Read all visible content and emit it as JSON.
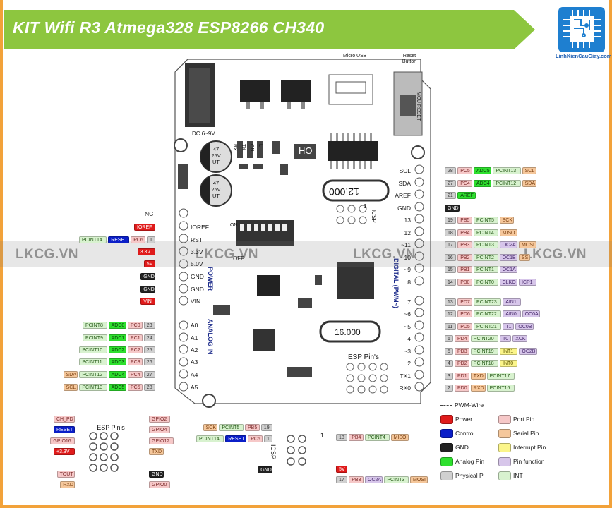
{
  "title": "KIT Wifi R3 Atmega328 ESP8266 CH340",
  "logo": {
    "name": "linhkiencaugiay-logo",
    "caption": "LinhKienCauGiay.com"
  },
  "watermark": {
    "text": "LKCG.VN",
    "band_text": "LKCG.VN"
  },
  "colors": {
    "banner": "#8dc63f",
    "border": "#f2a23a",
    "board": "#ffffff"
  },
  "board_labels": {
    "micro_usb": "Micro USB",
    "reset_button": "Reset Button",
    "mcu_reset": "MCU RESET",
    "dc": "DC 6~9V",
    "cap1": "47 25V UT",
    "cap2": "47 25V UT",
    "ho": "HO",
    "xtal1": "12.000",
    "xtal2": "16.000",
    "esp_pins": "ESP Pin's",
    "icsp": "ICSP",
    "on": "ON",
    "off": "OFF",
    "power": "POWER",
    "analog_in": "ANALOG IN",
    "digital": "DIGITAL (PWM~)",
    "rx": "RX",
    "tx": "TX",
    "on2": "ON",
    "l": "L",
    "one": "1"
  },
  "left_header": [
    {
      "pin": "NC",
      "tags": []
    },
    {
      "pin": "IOREF",
      "tags": [
        {
          "t": "IOREF",
          "c": "red"
        }
      ]
    },
    {
      "pin": "RST",
      "tags": [
        {
          "t": "PCINT14",
          "c": "lgreen"
        },
        {
          "t": "RESET",
          "c": "blue"
        },
        {
          "t": "PC6",
          "c": "pink"
        },
        {
          "t": "1",
          "c": "gray"
        }
      ]
    },
    {
      "pin": "3.3V",
      "tags": [
        {
          "t": "3.3V",
          "c": "red"
        }
      ]
    },
    {
      "pin": "5.0V",
      "tags": [
        {
          "t": "5V",
          "c": "red"
        }
      ]
    },
    {
      "pin": "GND",
      "tags": [
        {
          "t": "GND",
          "c": "black"
        }
      ]
    },
    {
      "pin": "GND",
      "tags": [
        {
          "t": "GND",
          "c": "black"
        }
      ]
    },
    {
      "pin": "VIN",
      "tags": [
        {
          "t": "VIN",
          "c": "red"
        }
      ]
    }
  ],
  "analog_header": [
    {
      "pin": "A0",
      "tags": [
        {
          "t": "PCINT8",
          "c": "lgreen"
        },
        {
          "t": "ADC0",
          "c": "green"
        },
        {
          "t": "PC0",
          "c": "pink"
        },
        {
          "t": "23",
          "c": "gray"
        }
      ]
    },
    {
      "pin": "A1",
      "tags": [
        {
          "t": "PCINT9",
          "c": "lgreen"
        },
        {
          "t": "ADC1",
          "c": "green"
        },
        {
          "t": "PC1",
          "c": "pink"
        },
        {
          "t": "24",
          "c": "gray"
        }
      ]
    },
    {
      "pin": "A2",
      "tags": [
        {
          "t": "PCINT10",
          "c": "lgreen"
        },
        {
          "t": "ADC2",
          "c": "green"
        },
        {
          "t": "PC2",
          "c": "pink"
        },
        {
          "t": "25",
          "c": "gray"
        }
      ]
    },
    {
      "pin": "A3",
      "tags": [
        {
          "t": "PCINT11",
          "c": "lgreen"
        },
        {
          "t": "ADC3",
          "c": "green"
        },
        {
          "t": "PC3",
          "c": "pink"
        },
        {
          "t": "26",
          "c": "gray"
        }
      ]
    },
    {
      "pin": "A4",
      "tags": [
        {
          "t": "SDA",
          "c": "orange"
        },
        {
          "t": "PCINT12",
          "c": "lgreen"
        },
        {
          "t": "ADC4",
          "c": "green"
        },
        {
          "t": "PC4",
          "c": "pink"
        },
        {
          "t": "27",
          "c": "gray"
        }
      ]
    },
    {
      "pin": "A5",
      "tags": [
        {
          "t": "SCL",
          "c": "orange"
        },
        {
          "t": "PCINT13",
          "c": "lgreen"
        },
        {
          "t": "ADC5",
          "c": "green"
        },
        {
          "t": "PC5",
          "c": "pink"
        },
        {
          "t": "28",
          "c": "gray"
        }
      ]
    }
  ],
  "right_header": [
    {
      "pin": "SCL",
      "tags": [
        {
          "t": "28",
          "c": "gray"
        },
        {
          "t": "PC5",
          "c": "pink"
        },
        {
          "t": "ADC5",
          "c": "green"
        },
        {
          "t": "PCINT13",
          "c": "lgreen"
        },
        {
          "t": "SCL",
          "c": "orange"
        }
      ]
    },
    {
      "pin": "SDA",
      "tags": [
        {
          "t": "27",
          "c": "gray"
        },
        {
          "t": "PC4",
          "c": "pink"
        },
        {
          "t": "ADC4",
          "c": "green"
        },
        {
          "t": "PCINT12",
          "c": "lgreen"
        },
        {
          "t": "SDA",
          "c": "orange"
        }
      ]
    },
    {
      "pin": "AREF",
      "tags": [
        {
          "t": "21",
          "c": "gray"
        },
        {
          "t": "AREF",
          "c": "green"
        }
      ]
    },
    {
      "pin": "GND",
      "tags": [
        {
          "t": "GND",
          "c": "black"
        }
      ]
    },
    {
      "pin": "13",
      "tags": [
        {
          "t": "19",
          "c": "gray"
        },
        {
          "t": "PB5",
          "c": "pink"
        },
        {
          "t": "PCINT5",
          "c": "lgreen"
        },
        {
          "t": "SCK",
          "c": "orange"
        }
      ]
    },
    {
      "pin": "12",
      "tags": [
        {
          "t": "18",
          "c": "gray"
        },
        {
          "t": "PB4",
          "c": "pink"
        },
        {
          "t": "PCINT4",
          "c": "lgreen"
        },
        {
          "t": "MISO",
          "c": "orange"
        }
      ]
    },
    {
      "pin": "~11",
      "tags": [
        {
          "t": "17",
          "c": "gray"
        },
        {
          "t": "PB3",
          "c": "pink"
        },
        {
          "t": "PCINT3",
          "c": "lgreen"
        },
        {
          "t": "OC2A",
          "c": "purple"
        },
        {
          "t": "MOSI",
          "c": "orange"
        }
      ]
    },
    {
      "pin": "~10",
      "tags": [
        {
          "t": "16",
          "c": "gray"
        },
        {
          "t": "PB2",
          "c": "pink"
        },
        {
          "t": "PCINT2",
          "c": "lgreen"
        },
        {
          "t": "OC1B",
          "c": "purple"
        },
        {
          "t": "SS",
          "c": "orange"
        }
      ]
    },
    {
      "pin": "~9",
      "tags": [
        {
          "t": "15",
          "c": "gray"
        },
        {
          "t": "PB1",
          "c": "pink"
        },
        {
          "t": "PCINT1",
          "c": "lgreen"
        },
        {
          "t": "OC1A",
          "c": "purple"
        }
      ]
    },
    {
      "pin": "8",
      "tags": [
        {
          "t": "14",
          "c": "gray"
        },
        {
          "t": "PB0",
          "c": "pink"
        },
        {
          "t": "PCINT0",
          "c": "lgreen"
        },
        {
          "t": "CLKO",
          "c": "purple"
        },
        {
          "t": "ICP1",
          "c": "purple"
        }
      ]
    },
    {
      "pin": "7",
      "tags": [
        {
          "t": "13",
          "c": "gray"
        },
        {
          "t": "PD7",
          "c": "pink"
        },
        {
          "t": "PCINT23",
          "c": "lgreen"
        },
        {
          "t": "AIN1",
          "c": "purple"
        }
      ]
    },
    {
      "pin": "~6",
      "tags": [
        {
          "t": "12",
          "c": "gray"
        },
        {
          "t": "PD6",
          "c": "pink"
        },
        {
          "t": "PCINT22",
          "c": "lgreen"
        },
        {
          "t": "AIN0",
          "c": "purple"
        },
        {
          "t": "OC0A",
          "c": "purple"
        }
      ]
    },
    {
      "pin": "~5",
      "tags": [
        {
          "t": "11",
          "c": "gray"
        },
        {
          "t": "PD5",
          "c": "pink"
        },
        {
          "t": "PCINT21",
          "c": "lgreen"
        },
        {
          "t": "T1",
          "c": "purple"
        },
        {
          "t": "OC0B",
          "c": "purple"
        }
      ]
    },
    {
      "pin": "4",
      "tags": [
        {
          "t": "6",
          "c": "gray"
        },
        {
          "t": "PD4",
          "c": "pink"
        },
        {
          "t": "PCINT20",
          "c": "lgreen"
        },
        {
          "t": "T0",
          "c": "purple"
        },
        {
          "t": "XCK",
          "c": "purple"
        }
      ]
    },
    {
      "pin": "~3",
      "tags": [
        {
          "t": "5",
          "c": "gray"
        },
        {
          "t": "PD3",
          "c": "pink"
        },
        {
          "t": "PCINT19",
          "c": "lgreen"
        },
        {
          "t": "INT1",
          "c": "yellow"
        },
        {
          "t": "OC2B",
          "c": "purple"
        }
      ]
    },
    {
      "pin": "2",
      "tags": [
        {
          "t": "4",
          "c": "gray"
        },
        {
          "t": "PD2",
          "c": "pink"
        },
        {
          "t": "PCINT18",
          "c": "lgreen"
        },
        {
          "t": "INT0",
          "c": "yellow"
        }
      ]
    },
    {
      "pin": "TX1",
      "tags": [
        {
          "t": "3",
          "c": "gray"
        },
        {
          "t": "PD1",
          "c": "pink"
        },
        {
          "t": "TXD",
          "c": "orange"
        },
        {
          "t": "PCINT17",
          "c": "lgreen"
        }
      ]
    },
    {
      "pin": "RX0",
      "tags": [
        {
          "t": "2",
          "c": "gray"
        },
        {
          "t": "PD0",
          "c": "pink"
        },
        {
          "t": "RXD",
          "c": "orange"
        },
        {
          "t": "PCINT16",
          "c": "lgreen"
        }
      ]
    }
  ],
  "esp_block": {
    "title": "ESP Pin's",
    "left": [
      {
        "t": "CH_PD",
        "c": "pink"
      },
      {
        "t": "RESET",
        "c": "blue"
      },
      {
        "t": "GPIO16",
        "c": "pink"
      },
      {
        "t": "+3.3V",
        "c": "red"
      },
      {
        "t": "TOUT",
        "c": "pink"
      },
      {
        "t": "RXD",
        "c": "orange"
      }
    ],
    "right": [
      {
        "t": "GPIO2",
        "c": "pink"
      },
      {
        "t": "GPIO4",
        "c": "pink"
      },
      {
        "t": "GPIO12",
        "c": "pink"
      },
      {
        "t": "TXD",
        "c": "orange"
      },
      {
        "t": "GND",
        "c": "black"
      },
      {
        "t": "GPIO0",
        "c": "pink"
      }
    ]
  },
  "icsp_block": {
    "title": "ICSP",
    "one": "1",
    "left": [
      {
        "tags": [
          {
            "t": "SCK",
            "c": "orange"
          },
          {
            "t": "PCINT5",
            "c": "lgreen"
          },
          {
            "t": "PB5",
            "c": "pink"
          },
          {
            "t": "19",
            "c": "gray"
          }
        ]
      },
      {
        "tags": [
          {
            "t": "PCINT14",
            "c": "lgreen"
          },
          {
            "t": "RESET",
            "c": "blue"
          },
          {
            "t": "PC6",
            "c": "pink"
          },
          {
            "t": "1",
            "c": "gray"
          }
        ]
      },
      {
        "tags": [
          {
            "t": "GND",
            "c": "black"
          }
        ]
      }
    ],
    "right": [
      {
        "tags": [
          {
            "t": "18",
            "c": "gray"
          },
          {
            "t": "PB4",
            "c": "pink"
          },
          {
            "t": "PCINT4",
            "c": "lgreen"
          },
          {
            "t": "MISO",
            "c": "orange"
          }
        ]
      },
      {
        "tags": [
          {
            "t": "5V",
            "c": "red"
          }
        ]
      },
      {
        "tags": [
          {
            "t": "17",
            "c": "gray"
          },
          {
            "t": "PB3",
            "c": "pink"
          },
          {
            "t": "OC2A",
            "c": "purple"
          },
          {
            "t": "PCINT3",
            "c": "lgreen"
          },
          {
            "t": "MOSI",
            "c": "orange"
          }
        ]
      }
    ]
  },
  "legend": {
    "pwm": "PWM-Wire",
    "items": [
      {
        "t": "Power",
        "c": "red"
      },
      {
        "t": "Port Pin",
        "c": "pink"
      },
      {
        "t": "Control",
        "c": "blue"
      },
      {
        "t": "Serial Pin",
        "c": "orange"
      },
      {
        "t": "GND",
        "c": "black"
      },
      {
        "t": "Interrupt Pin",
        "c": "yellow"
      },
      {
        "t": "Analog Pin",
        "c": "green"
      },
      {
        "t": "Pin function",
        "c": "purple"
      },
      {
        "t": "Physical Pi",
        "c": "gray"
      },
      {
        "t": "INT",
        "c": "lgreen"
      }
    ]
  }
}
